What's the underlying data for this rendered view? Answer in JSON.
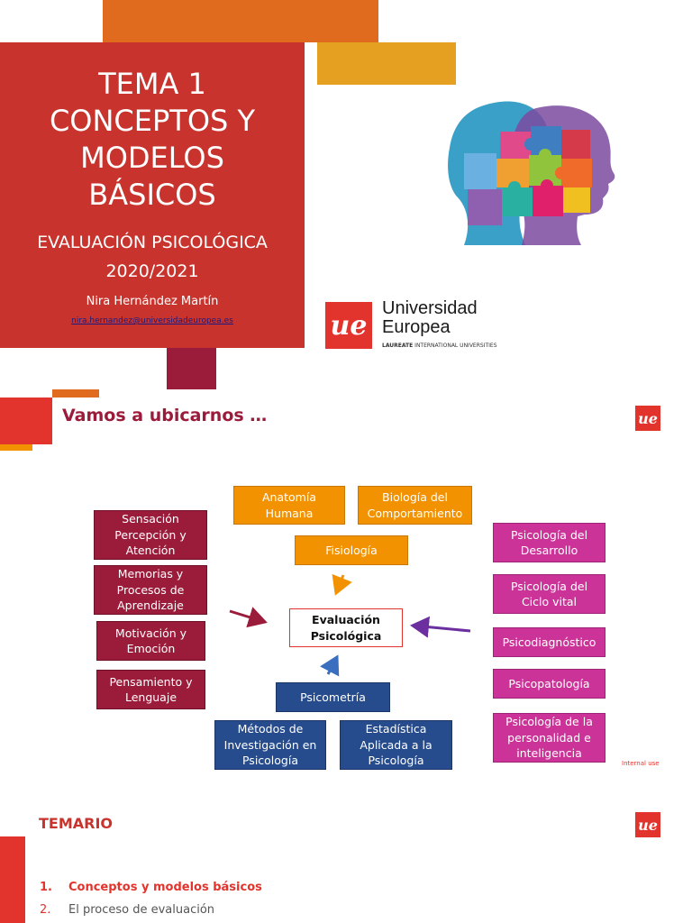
{
  "slide1": {
    "title_lines": [
      "TEMA 1",
      "CONCEPTOS Y",
      "MODELOS",
      "BÁSICOS"
    ],
    "subtitle_line1": "EVALUACIÓN PSICOLÓGICA",
    "subtitle_line2": "2020/2021",
    "author": "Nira Hernández Martín",
    "email": "nira.hernandez@universidadeuropea.es",
    "university_name_line1": "Universidad",
    "university_name_line2": "Europea",
    "laureate_bold": "LAUREATE",
    "laureate_rest": "INTERNATIONAL UNIVERSITIES",
    "logo_text": "ue"
  },
  "slide2": {
    "title": "Vamos a ubicarnos …",
    "logo_text": "ue",
    "center": "Evaluación\nPsicológica",
    "top": [
      "Anatomía\nHumana",
      "Biología del\nComportamiento",
      "Fisiología"
    ],
    "left": [
      "Sensación\nPercepción y\nAtención",
      "Memorias y\nProcesos de\nAprendizaje",
      "Motivación y\nEmoción",
      "Pensamiento y\nLenguaje"
    ],
    "right": [
      "Psicología del\nDesarrollo",
      "Psicología del\nCiclo vital",
      "Psicodiagnóstico",
      "Psicopatología",
      "Psicología de la\npersonalidad e\ninteligencia"
    ],
    "bottom": [
      "Psicometría",
      "Métodos de\nInvestigación en\nPsicología",
      "Estadística\nAplicada a la\nPsicología"
    ],
    "footer_note": "Internal use"
  },
  "slide3": {
    "title": "TEMARIO",
    "logo_text": "ue",
    "items": [
      {
        "num": "1.",
        "text": "Conceptos y modelos básicos"
      },
      {
        "num": "2.",
        "text": "El proceso de evaluación"
      }
    ]
  },
  "colors": {
    "red": "#e2342d",
    "dark_red": "#c8342d",
    "maroon": "#9b1b3a",
    "orange": "#f39200",
    "navy": "#264c8d",
    "magenta": "#cc3399"
  }
}
